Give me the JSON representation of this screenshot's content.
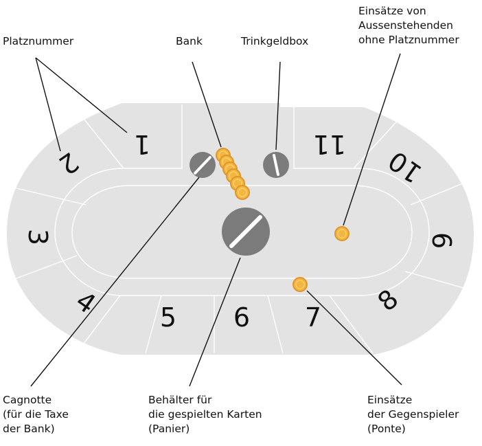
{
  "labels": {
    "seat_number": "Platznummer",
    "bank": "Bank",
    "tip_box": "Trinkgeldbox",
    "outsider_bets": [
      "Einsätze von",
      "Aussenstehenden",
      "ohne Platznummer"
    ],
    "cagnotte": [
      "Cagnotte",
      "(für die Taxe",
      "der Bank)"
    ],
    "panier": [
      "Behälter für",
      "die gespielten Karten",
      "(Panier)"
    ],
    "ponte": [
      "Einsätze",
      "der Gegenspieler",
      "(Ponte)"
    ]
  },
  "seats": [
    "1",
    "2",
    "3",
    "4",
    "5",
    "6",
    "7",
    "8",
    "9",
    "10",
    "11"
  ],
  "colors": {
    "table": "#e3e3e3",
    "slot": "#7b7b7b",
    "chip": "#f4b63c",
    "chip_edge": "#e0962a",
    "lines": "#ffffff"
  },
  "icons": [
    "slot-icon",
    "chip-icon"
  ]
}
